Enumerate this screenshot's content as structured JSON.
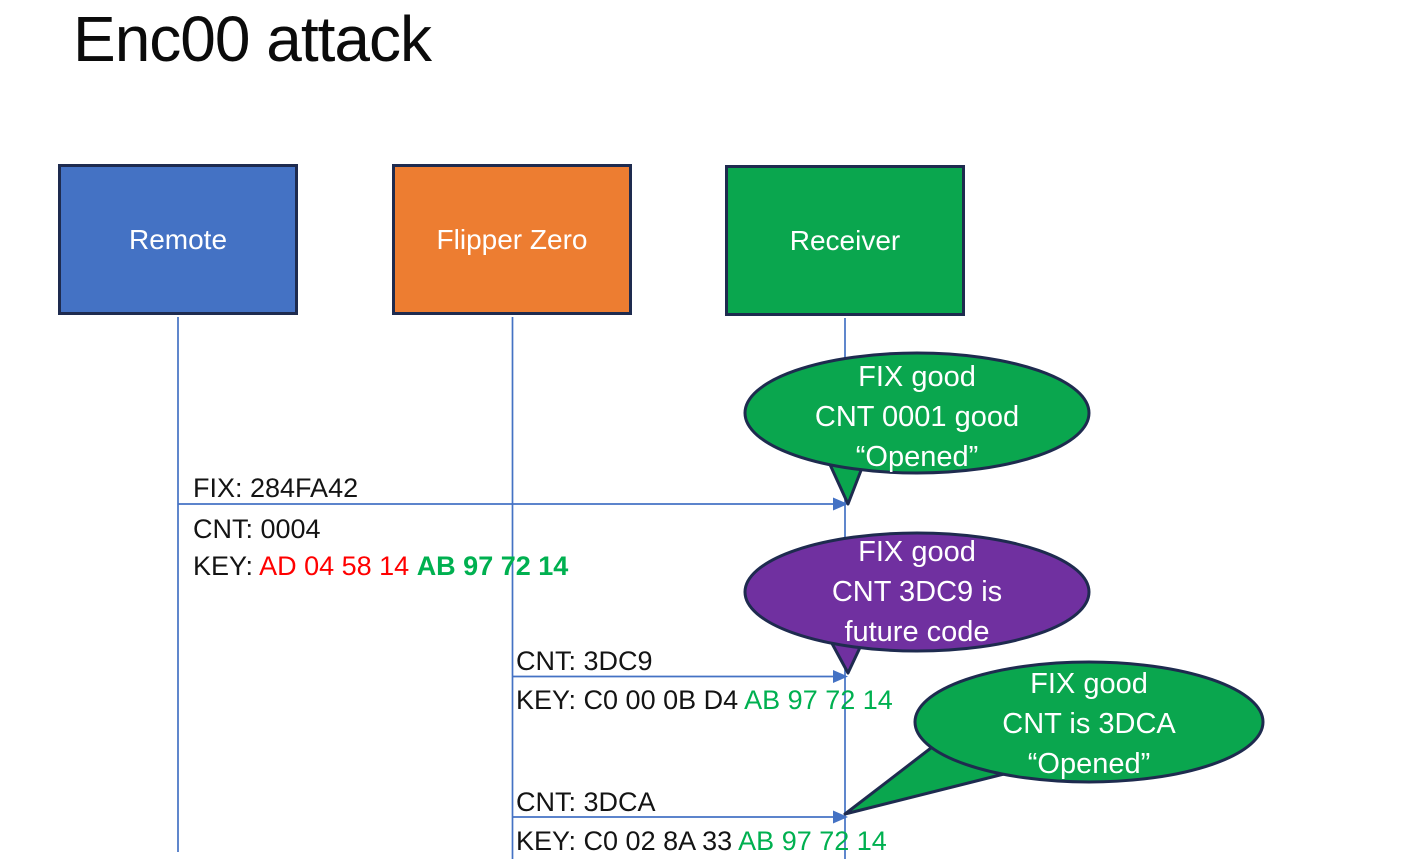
{
  "title": "Enc00 attack",
  "colors": {
    "blue": "#4472C4",
    "orange": "#ED7D31",
    "green": "#0AA64E",
    "purple": "#7030A0",
    "shape-border": "#1E2B4F",
    "connector": "#4472C4",
    "text-red": "#FF0000",
    "text-green": "#00B050",
    "text-black": "#141414"
  },
  "actors": [
    {
      "label": "Remote"
    },
    {
      "label": "Flipper Zero"
    },
    {
      "label": "Receiver"
    }
  ],
  "messages": [
    {
      "line_above": "FIX: 284FA42",
      "line_below": "CNT: 0004",
      "key_prefix": "KEY: ",
      "key_red": "AD 04 58 14 ",
      "key_green": "AB 97 72 14"
    },
    {
      "line_above": "CNT: 3DC9",
      "key_prefix": "KEY: C0 00 0B D4 ",
      "key_green": "AB 97 72 14"
    },
    {
      "line_above": "CNT: 3DCA",
      "key_prefix": "KEY: C0 02 8A 33 ",
      "key_green": "AB 97 72 14"
    }
  ],
  "callouts": [
    {
      "lines": [
        "FIX good",
        "CNT 0001 good",
        "“Opened”"
      ]
    },
    {
      "lines": [
        "FIX good",
        "CNT 3DC9 is",
        "future code"
      ]
    },
    {
      "lines": [
        "FIX good",
        "CNT is 3DCA",
        "“Opened”"
      ]
    }
  ]
}
